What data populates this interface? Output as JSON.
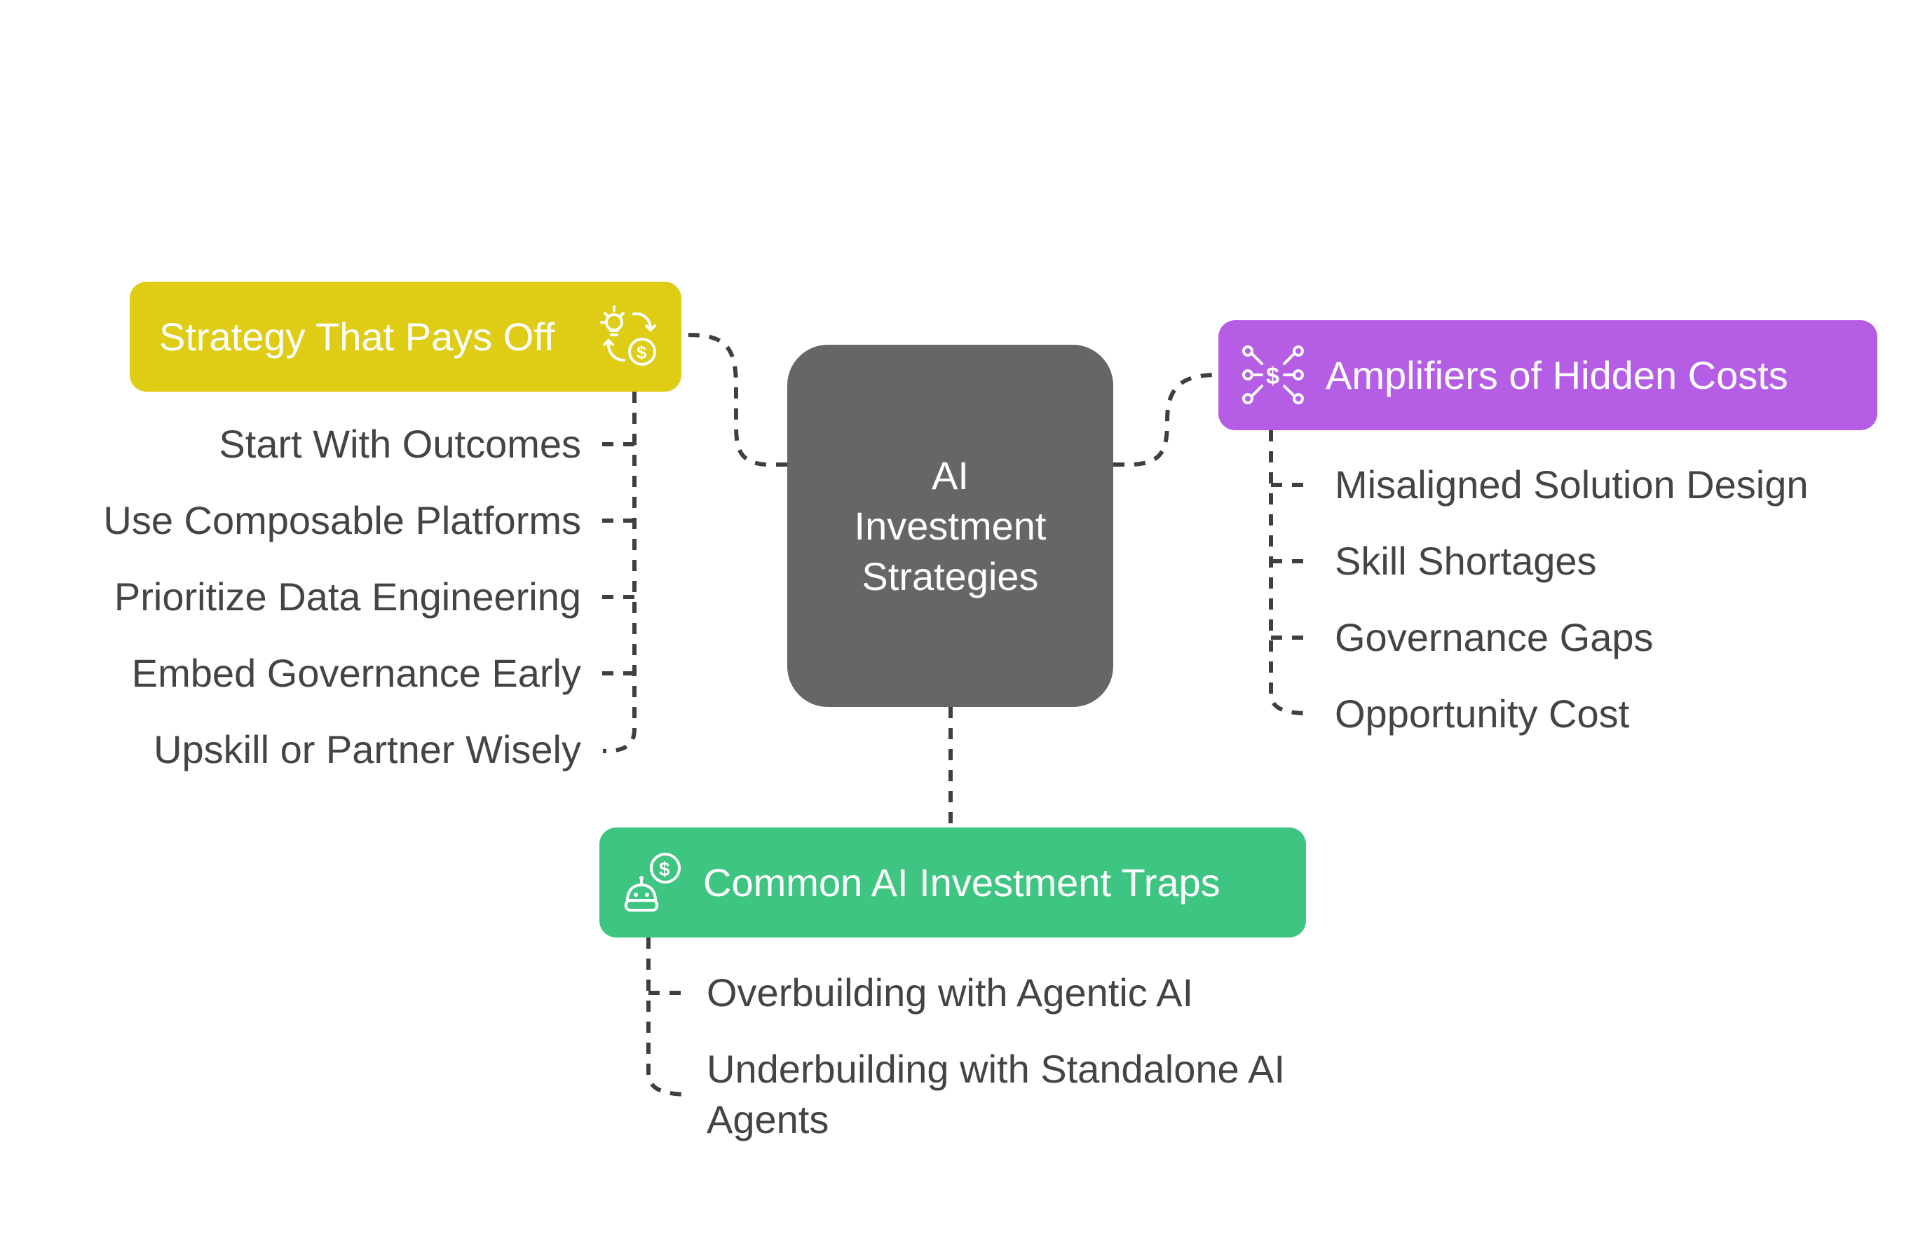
{
  "center": {
    "title": "AI Investment Strategies",
    "color": "#666666"
  },
  "branches": {
    "strategy": {
      "title": "Strategy That Pays Off",
      "color": "#dfcc15",
      "icon": "lightbulb-money-cycle-icon",
      "items": [
        "Start With Outcomes",
        "Use Composable Platforms",
        "Prioritize Data Engineering",
        "Embed Governance Early",
        "Upskill or Partner Wisely"
      ]
    },
    "amplifiers": {
      "title": "Amplifiers of Hidden Costs",
      "color": "#b65de6",
      "icon": "network-dollar-icon",
      "items": [
        "Misaligned Solution Design",
        "Skill Shortages",
        "Governance Gaps",
        "Opportunity Cost"
      ]
    },
    "traps": {
      "title": "Common AI Investment Traps",
      "color": "#3ec582",
      "icon": "robot-dollar-icon",
      "items": [
        "Overbuilding with Agentic AI",
        "Underbuilding with Standalone AI Agents"
      ]
    }
  }
}
